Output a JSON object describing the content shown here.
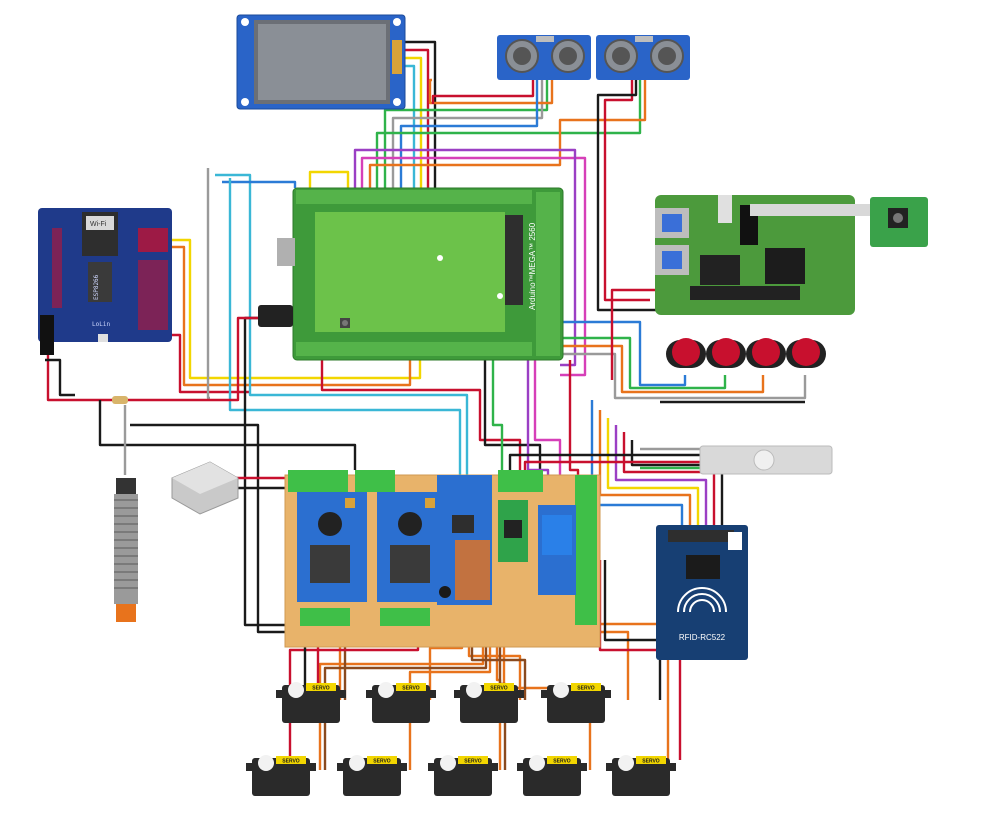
{
  "labels": {
    "arduino": "Arduino™MEGA™ 2560",
    "rfid": "RFID-RC522",
    "servo": "SERVO",
    "esp_module": "Wi-Fi",
    "esp_board_text": "ESP8266",
    "sensor_shield_text": "LoLin"
  },
  "colors": {
    "wire_red": "#c8102e",
    "wire_black": "#1a1a1a",
    "wire_yellow": "#f2d600",
    "wire_orange": "#e8731c",
    "wire_green": "#2fb34a",
    "wire_blue": "#2b7bd6",
    "wire_cyan": "#3ab7d6",
    "wire_purple": "#9b3fc4",
    "wire_magenta": "#d63fb8",
    "wire_gray": "#9a9a9a",
    "wire_brown": "#8b4a1e",
    "pcb_green": "#3e9a3a",
    "protoboard": "#e8b36a",
    "rpi_green": "#4c9a3c",
    "esp_blue": "#1f3a8a",
    "rfid_blue": "#173f73",
    "servo_black": "#2a2a2a",
    "button_red": "#c8102e"
  },
  "components": [
    {
      "name": "tft-display",
      "icon": "display-icon"
    },
    {
      "name": "ultrasonic-sensor-1",
      "icon": "ultrasonic-icon"
    },
    {
      "name": "ultrasonic-sensor-2",
      "icon": "ultrasonic-icon"
    },
    {
      "name": "arduino-mega-proto-shield",
      "icon": "microcontroller-icon"
    },
    {
      "name": "esp8266-board",
      "icon": "wifi-icon"
    },
    {
      "name": "raspberry-pi",
      "icon": "sbc-icon"
    },
    {
      "name": "pi-camera",
      "icon": "camera-icon"
    },
    {
      "name": "push-buttons",
      "icon": "button-icon"
    },
    {
      "name": "load-cell",
      "icon": "load-cell-icon"
    },
    {
      "name": "rfid-reader",
      "icon": "rfid-icon"
    },
    {
      "name": "power-supply",
      "icon": "psu-icon"
    },
    {
      "name": "inductive-sensor",
      "icon": "proximity-sensor-icon"
    },
    {
      "name": "perfboard",
      "icon": "perfboard-icon"
    },
    {
      "name": "servos",
      "icon": "servo-icon"
    }
  ]
}
